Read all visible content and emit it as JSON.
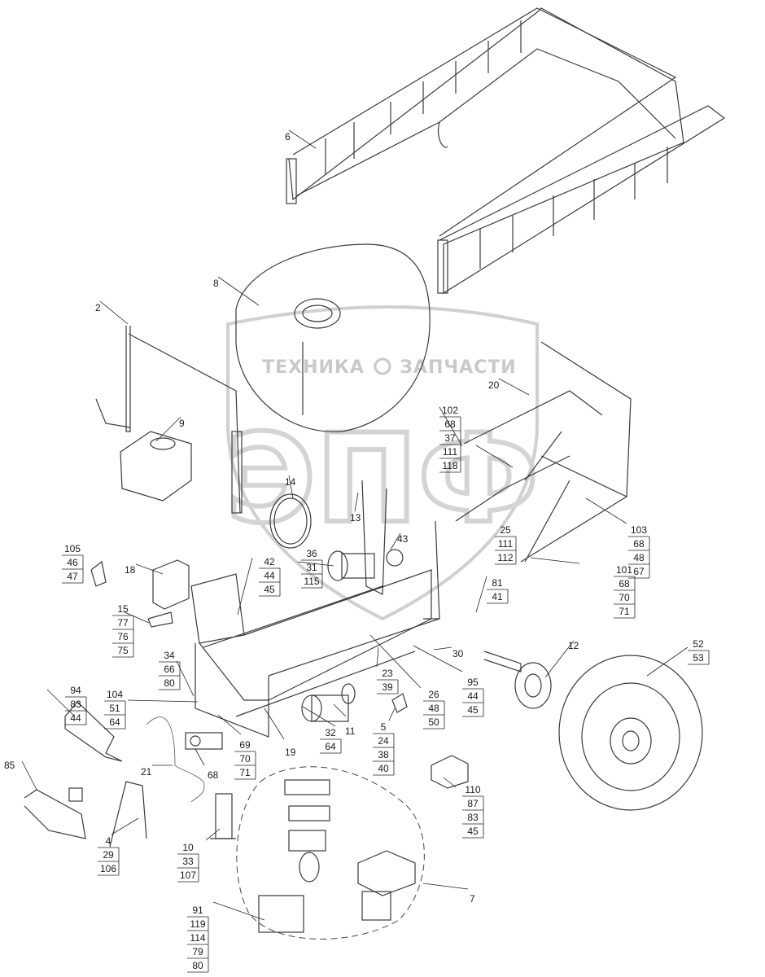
{
  "watermark": {
    "left_text": "ТЕХНИКА",
    "right_text": "ЗАПЧАСТИ",
    "logo_letters": "ЭПФ"
  },
  "callouts": [
    {
      "id": "c6",
      "items": [
        "6"
      ]
    },
    {
      "id": "c8",
      "items": [
        "8"
      ]
    },
    {
      "id": "c2",
      "items": [
        "2"
      ]
    },
    {
      "id": "c9",
      "items": [
        "9"
      ]
    },
    {
      "id": "c14",
      "items": [
        "14"
      ]
    },
    {
      "id": "c13",
      "items": [
        "13"
      ]
    },
    {
      "id": "c20",
      "items": [
        "20"
      ]
    },
    {
      "id": "c102",
      "items": [
        "102",
        "68",
        "37",
        "111",
        "118"
      ]
    },
    {
      "id": "c25",
      "items": [
        "25",
        "111",
        "112"
      ]
    },
    {
      "id": "c103",
      "items": [
        "103",
        "68",
        "48",
        "67"
      ]
    },
    {
      "id": "c101",
      "items": [
        "101",
        "68",
        "70",
        "71"
      ]
    },
    {
      "id": "c43",
      "items": [
        "43"
      ]
    },
    {
      "id": "c36",
      "items": [
        "36",
        "31",
        "115"
      ]
    },
    {
      "id": "c42",
      "items": [
        "42",
        "44",
        "45"
      ]
    },
    {
      "id": "c81",
      "items": [
        "81",
        "41"
      ]
    },
    {
      "id": "c105",
      "items": [
        "105",
        "46",
        "47"
      ]
    },
    {
      "id": "c18",
      "items": [
        "18"
      ]
    },
    {
      "id": "c15",
      "items": [
        "15",
        "77",
        "76",
        "75"
      ]
    },
    {
      "id": "c34",
      "items": [
        "34",
        "66",
        "80"
      ]
    },
    {
      "id": "c12",
      "items": [
        "12"
      ]
    },
    {
      "id": "c52",
      "items": [
        "52",
        "53"
      ]
    },
    {
      "id": "c30",
      "items": [
        "30"
      ]
    },
    {
      "id": "c95",
      "items": [
        "95",
        "44",
        "45"
      ]
    },
    {
      "id": "c23",
      "items": [
        "23",
        "39"
      ]
    },
    {
      "id": "c26",
      "items": [
        "26",
        "48",
        "50"
      ]
    },
    {
      "id": "c94",
      "items": [
        "94",
        "83",
        "44"
      ]
    },
    {
      "id": "c104",
      "items": [
        "104",
        "51",
        "64"
      ]
    },
    {
      "id": "c11",
      "items": [
        "11"
      ]
    },
    {
      "id": "c32",
      "items": [
        "32",
        "64"
      ]
    },
    {
      "id": "c5",
      "items": [
        "5",
        "24",
        "38",
        "40"
      ]
    },
    {
      "id": "c19",
      "items": [
        "19"
      ]
    },
    {
      "id": "c69",
      "items": [
        "69",
        "70",
        "71"
      ]
    },
    {
      "id": "c21",
      "items": [
        "21"
      ]
    },
    {
      "id": "c68",
      "items": [
        "68"
      ]
    },
    {
      "id": "c85",
      "items": [
        "85"
      ]
    },
    {
      "id": "c110",
      "items": [
        "110",
        "87",
        "83",
        "45"
      ]
    },
    {
      "id": "c4",
      "items": [
        "4",
        "29",
        "106"
      ]
    },
    {
      "id": "c10",
      "items": [
        "10",
        "33",
        "107"
      ]
    },
    {
      "id": "c7",
      "items": [
        "7"
      ]
    },
    {
      "id": "c91",
      "items": [
        "91",
        "119",
        "114",
        "79",
        "80"
      ]
    }
  ]
}
